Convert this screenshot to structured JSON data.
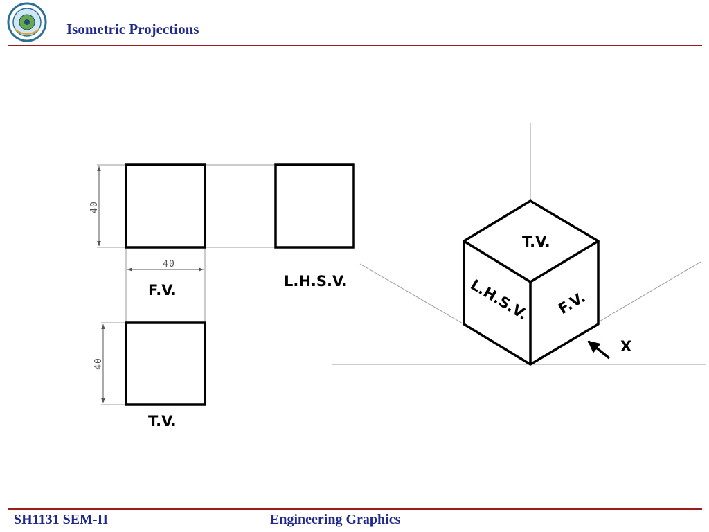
{
  "header": {
    "title": "Isometric Projections"
  },
  "footer": {
    "left": "SH1131 SEM-II",
    "right": "Engineering Graphics"
  },
  "orthographic": {
    "front_view_label": "F.V.",
    "side_view_label": "L.H.S.V.",
    "top_view_label": "T.V.",
    "dim_fv_height": "40",
    "dim_fv_width": "40",
    "dim_tv_depth": "40"
  },
  "isometric": {
    "top_face_label": "T.V.",
    "left_face_label": "L.H.S.V.",
    "right_face_label": "F.V.",
    "direction_label": "X"
  },
  "colors": {
    "header_text": "#1f2a8c",
    "rule": "#9b1c1c",
    "line": "#000000",
    "construction": "#999999"
  }
}
